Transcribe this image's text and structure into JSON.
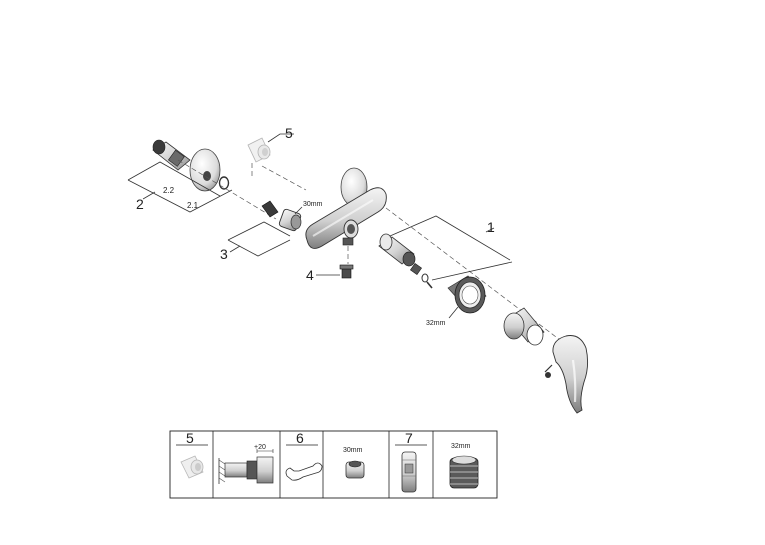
{
  "callouts": {
    "c1": "1",
    "c2": "2",
    "c3": "3",
    "c4": "4",
    "c5": "5",
    "c22": "2.2",
    "c21": "2.1"
  },
  "dimensions": {
    "nut_30": "30mm",
    "nut_32": "32mm"
  },
  "legend": {
    "h5": "5",
    "h6": "6",
    "h7": "7",
    "plus20": "+20",
    "nut_30": "30mm",
    "nut_32": "32mm"
  },
  "colors": {
    "line": "#333333",
    "chrome_light": "#eeeeee",
    "chrome_mid": "#b5b5b5",
    "chrome_dark": "#3a3a3a"
  }
}
